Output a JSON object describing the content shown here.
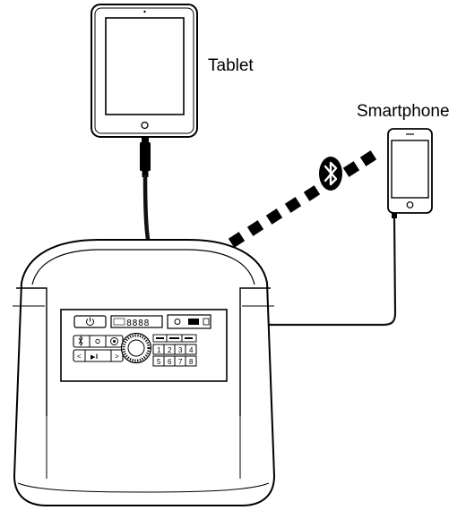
{
  "labels": {
    "tablet": "Tablet",
    "smartphone": "Smartphone"
  },
  "speaker_panel": {
    "display": "8888",
    "presets": [
      "1",
      "2",
      "3",
      "4",
      "5",
      "6",
      "7",
      "8"
    ],
    "transport": {
      "prev": "<",
      "play_pause": "▶‖",
      "next": ">"
    }
  },
  "colors": {
    "line": "#000000",
    "background": "#ffffff",
    "cable": "#111111"
  },
  "icons": {
    "bluetooth": "bluetooth-icon",
    "power": "power-icon",
    "home_button": "home-button-icon"
  }
}
